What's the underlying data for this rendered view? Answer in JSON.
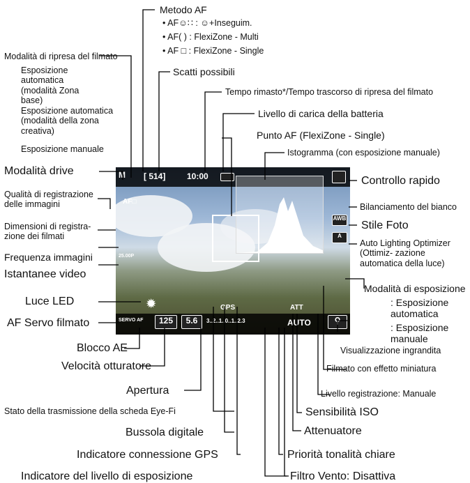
{
  "labels": {
    "metodo_af": "Metodo AF",
    "af_opt1": "• AF☺∷ : ☺+Inseguim.",
    "af_opt2": "• AF( ) : FlexiZone - Multi",
    "af_opt3": "• AF □ : FlexiZone - Single",
    "modalita_ripresa": "Modalità di ripresa del filmato",
    "mode_a": "Esposizione automatica (modalità Zona base)",
    "mode_b": "Esposizione automatica (modalità della zona creativa)",
    "mode_m": "Esposizione manuale",
    "scatti": "Scatti possibili",
    "tempo": "Tempo rimasto*/Tempo trascorso di ripresa del filmato",
    "batteria": "Livello di carica della batteria",
    "punto_af": "Punto AF (FlexiZone - Single)",
    "istogramma": "Istogramma (con esposizione manuale)",
    "drive": "Modalità drive",
    "qualita": "Qualità di registrazione delle immagini",
    "dimensioni": "Dimensioni di registra- zione dei filmati",
    "frequenza": "Frequenza immagini",
    "istantanee": "Istantanee video",
    "led": "Luce LED",
    "af_servo": "AF Servo filmato",
    "blocco_ae": "Blocco AE",
    "velocita": "Velocità otturatore",
    "apertura": "Apertura",
    "eyefi": "Stato della trasmissione della scheda Eye-Fi",
    "bussola": "Bussola digitale",
    "gps": "Indicatore connessione GPS",
    "esposizione_ind": "Indicatore del livello di esposizione",
    "controllo": "Controllo rapido",
    "bilanciamento": "Bilanciamento del bianco",
    "stile": "Stile Foto",
    "alo": "Auto Lighting Optimizer (Ottimiz- zazione automatica della luce)",
    "modalita_esp": "Modalità di esposizione",
    "esp_auto": ": Esposizione automatica",
    "esp_man": ": Esposizione manuale",
    "ingrandita": "Visualizzazione ingrandita",
    "miniatura": "Filmato con effetto miniatura",
    "registrazione": "Livello registrazione: Manuale",
    "iso": "Sensibilità ISO",
    "attenuatore": "Attenuatore",
    "priorita": "Priorità tonalità chiare",
    "vento": "Filtro Vento: Disattiva"
  },
  "screen": {
    "shots": "[ 514]",
    "time": "10:00",
    "shutter": "125",
    "aperture": "5.6",
    "iso": "AUTO",
    "gps": "GPS",
    "att": "ATT",
    "af_label": "AF□",
    "servo": "SERVO AF",
    "wb": "AWB",
    "style": "A",
    "scale": "3..2..1..0..1..2.3",
    "fps": "25.00P",
    "mode_icon": "M"
  }
}
